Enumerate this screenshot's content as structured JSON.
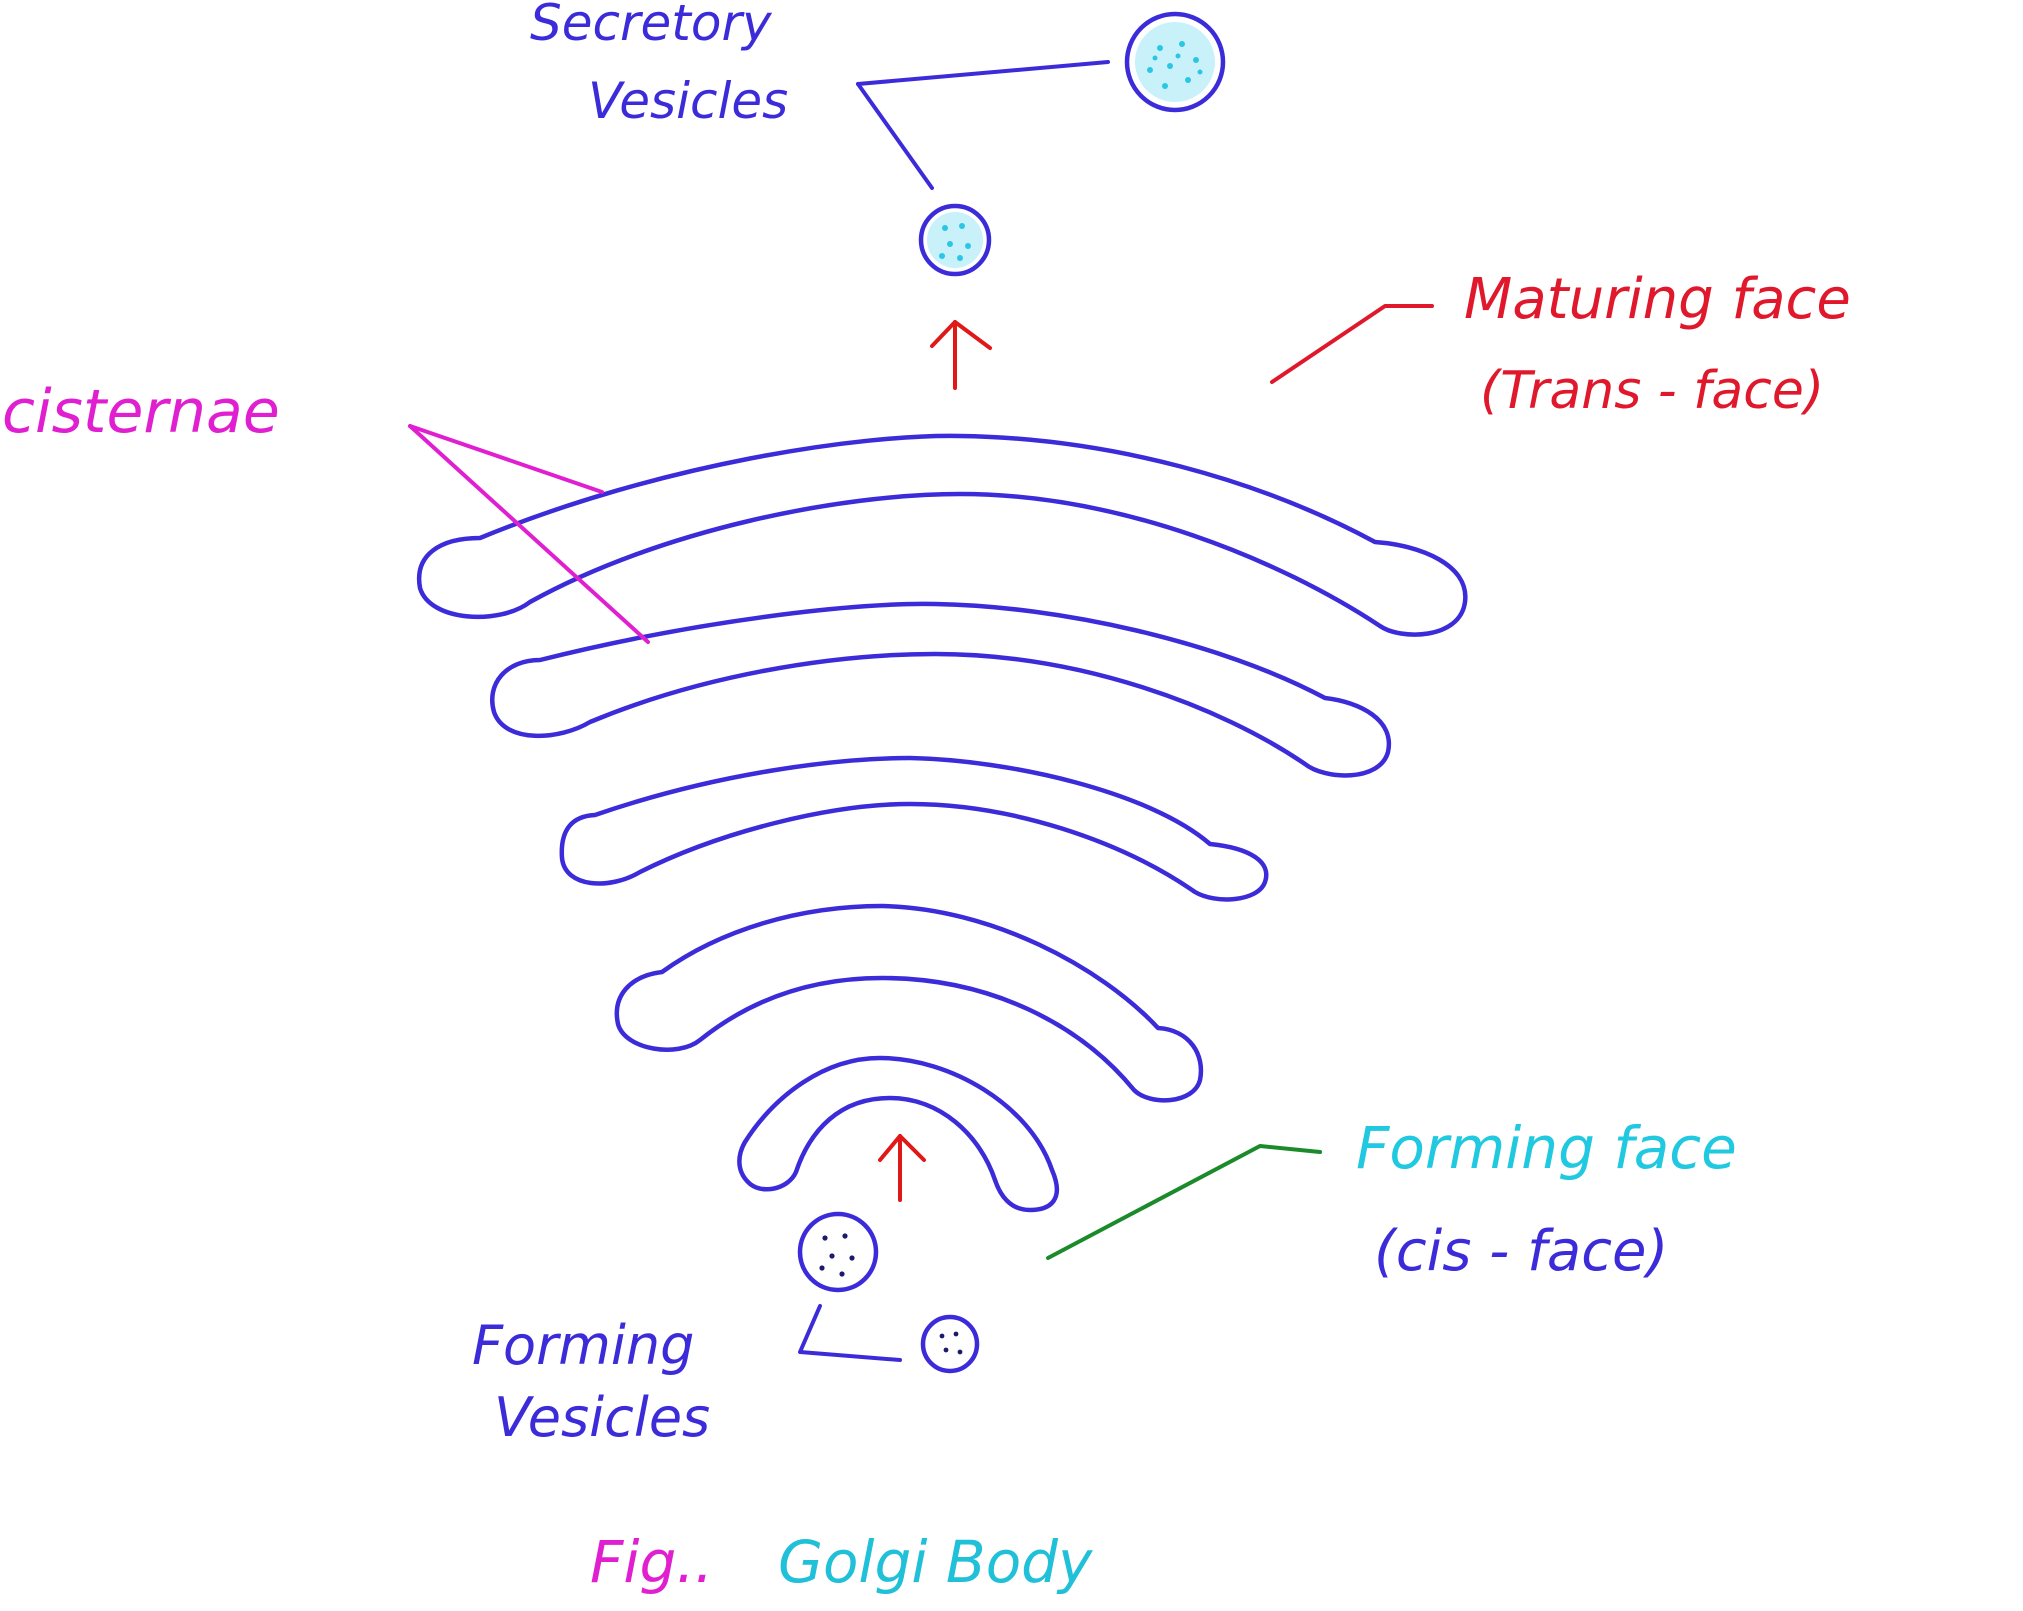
{
  "labels": {
    "secretory_vesicles": [
      "Secretory",
      "Vesicles"
    ],
    "maturing_face": [
      "Maturing face",
      "(Trans - face)"
    ],
    "cisternae": "cisternae",
    "forming_face": [
      "Forming face",
      "(cis - face)"
    ],
    "forming_vesicles": [
      "Forming",
      "Vesicles"
    ],
    "caption": [
      "Fig..",
      "Golgi Body"
    ]
  },
  "colors": {
    "membrane": "#3c2bd9",
    "vesicle_fill": "#29c6e6",
    "vesicle_dots": "#1b1b6b",
    "arrow": "#e01818",
    "trans_label": "#e0182c",
    "cisternae_label": "#e020d0",
    "cis_label": "#20c8e0",
    "cis_sublabel": "#3c2bd9",
    "cis_leader": "#1a8a2a",
    "caption_fig": "#e020d0",
    "caption_title": "#20c0d8",
    "background": "#ffffff"
  }
}
